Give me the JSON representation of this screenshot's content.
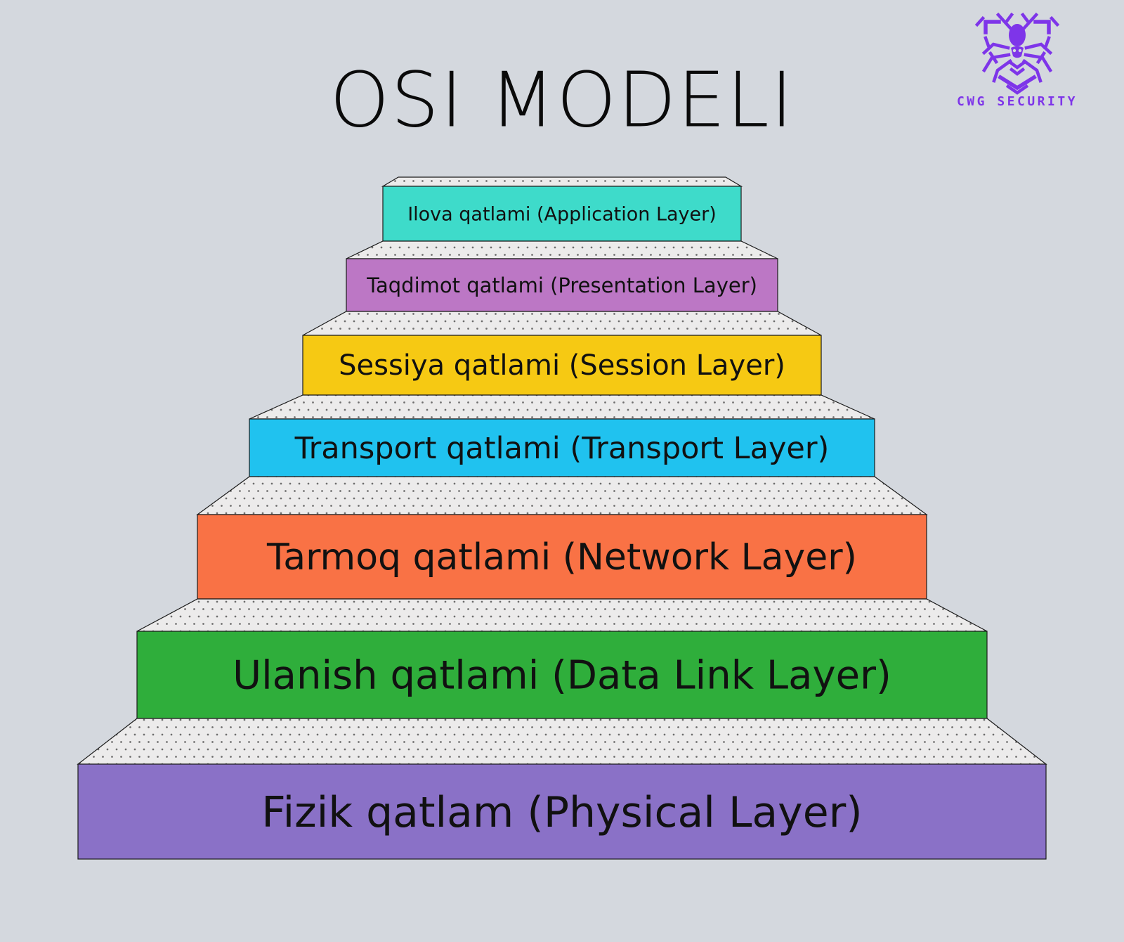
{
  "title": "OSI MODELI",
  "logo": {
    "text": "CWG SECURITY",
    "color": "#7e35e9",
    "icon": "spider-shield"
  },
  "colors": {
    "background": "#d4d8de",
    "outline": "#1b1b1b",
    "texture_fill": "#ecebeb",
    "texture_dot": "#6e6e6e",
    "label_text": "#111111",
    "title_text": "#0a0a0a"
  },
  "layers": [
    {
      "id": "application",
      "label": "Ilova qatlami (Application Layer)",
      "color": "#3edbca"
    },
    {
      "id": "presentation",
      "label": "Taqdimot qatlami (Presentation Layer)",
      "color": "#bc77c5"
    },
    {
      "id": "session",
      "label": "Sessiya qatlami (Session Layer)",
      "color": "#f6c913"
    },
    {
      "id": "transport",
      "label": "Transport qatlami (Transport Layer)",
      "color": "#20c2ef"
    },
    {
      "id": "network",
      "label": "Tarmoq qatlami (Network Layer)",
      "color": "#f97245"
    },
    {
      "id": "datalink",
      "label": "Ulanish qatlami (Data Link Layer)",
      "color": "#2fae3b"
    },
    {
      "id": "physical",
      "label": "Fizik qatlam (Physical Layer)",
      "color": "#8a71c7"
    }
  ]
}
